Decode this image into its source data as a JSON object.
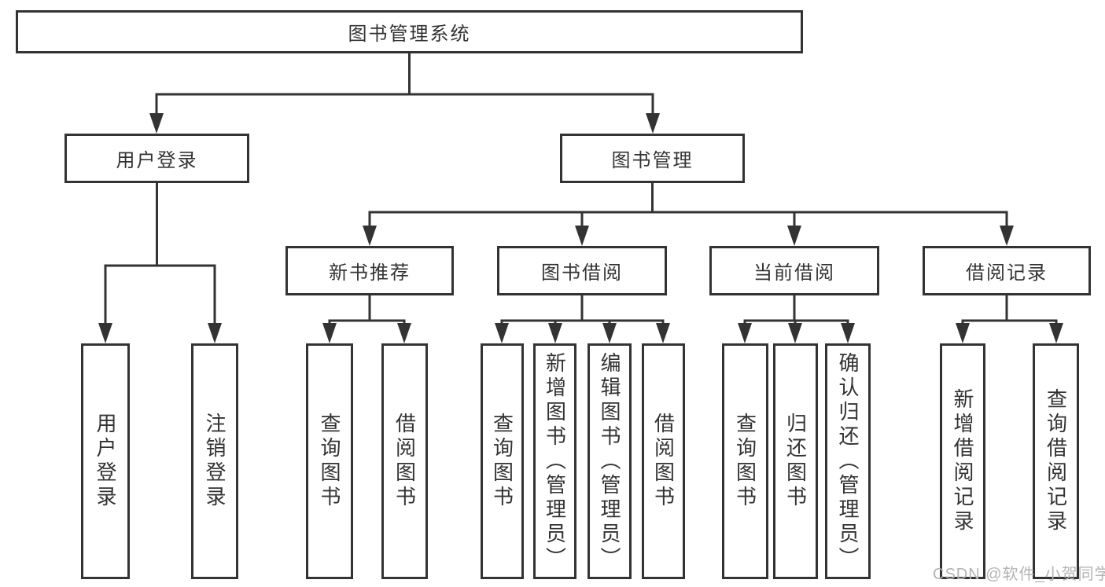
{
  "diagram": {
    "tree": {
      "label": "图书管理系统",
      "children": [
        {
          "label": "用户登录",
          "children": [
            {
              "label": "用户登录"
            },
            {
              "label": "注销登录"
            }
          ]
        },
        {
          "label": "图书管理",
          "children": [
            {
              "label": "新书推荐",
              "children": [
                {
                  "label": "查询图书"
                },
                {
                  "label": "借阅图书"
                }
              ]
            },
            {
              "label": "图书借阅",
              "children": [
                {
                  "label": "查询图书"
                },
                {
                  "label": "新增图书（管理员）"
                },
                {
                  "label": "编辑图书（管理员）"
                },
                {
                  "label": "借阅图书"
                }
              ]
            },
            {
              "label": "当前借阅",
              "children": [
                {
                  "label": "查询图书"
                },
                {
                  "label": "归还图书"
                },
                {
                  "label": "确认归还（管理员）"
                }
              ]
            },
            {
              "label": "借阅记录",
              "children": [
                {
                  "label": "新增借阅记录"
                },
                {
                  "label": "查询借阅记录"
                }
              ]
            }
          ]
        }
      ]
    },
    "watermark": {
      "text": "CSDN @软件_小贺同学"
    },
    "colors": {
      "line": "#333333",
      "text": "#333333",
      "box_background": "#ffffff",
      "page_background": "#ffffff",
      "watermark": "#b3b3b3"
    }
  }
}
